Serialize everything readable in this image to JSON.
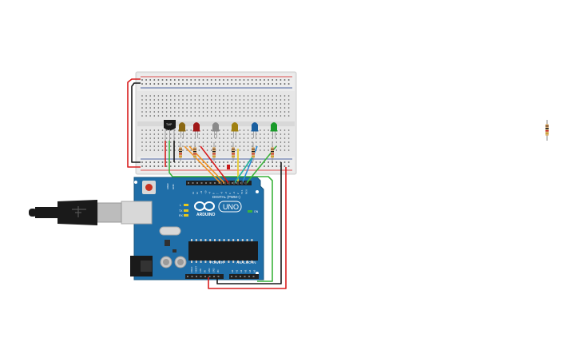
{
  "sensor": {
    "label": "TMP"
  },
  "arduino": {
    "brand": "ARDUINO",
    "model": "UNO",
    "digital_label": "DIGITAL (PWM~)",
    "power_label": "POWER",
    "analog_label": "ANALOG IN",
    "aref_label": "AREF",
    "gnd_label": "GND",
    "tx_label": "TX",
    "rx_label": "RX",
    "on_label": "ON",
    "l_label": "L",
    "digital_pins": [
      "13",
      "12",
      "~11",
      "~10",
      "~9",
      "8",
      "7",
      "~6",
      "~5",
      "4",
      "~3",
      "2",
      "TX 1",
      "RX 0"
    ],
    "power_pins": [
      "IOREF",
      "RESET",
      "3.3V",
      "5V",
      "GND",
      "GND",
      "Vin"
    ],
    "analog_pins": [
      "A0",
      "A1",
      "A2",
      "A3",
      "A4",
      "A5"
    ]
  },
  "leds": [
    {
      "color": "#8b6914"
    },
    {
      "color": "#a01818"
    },
    {
      "color": "#8a8a8a"
    },
    {
      "color": "#a08010"
    },
    {
      "color": "#1a5fa0"
    },
    {
      "color": "#1a9a2a"
    }
  ],
  "wire_colors": {
    "red": "#d81e1e",
    "black": "#1a1a1a",
    "green": "#3cb43c",
    "orange": "#f29222",
    "yellow": "#e8c81a",
    "blue": "#2a8ad8",
    "teal": "#22b2a0"
  }
}
